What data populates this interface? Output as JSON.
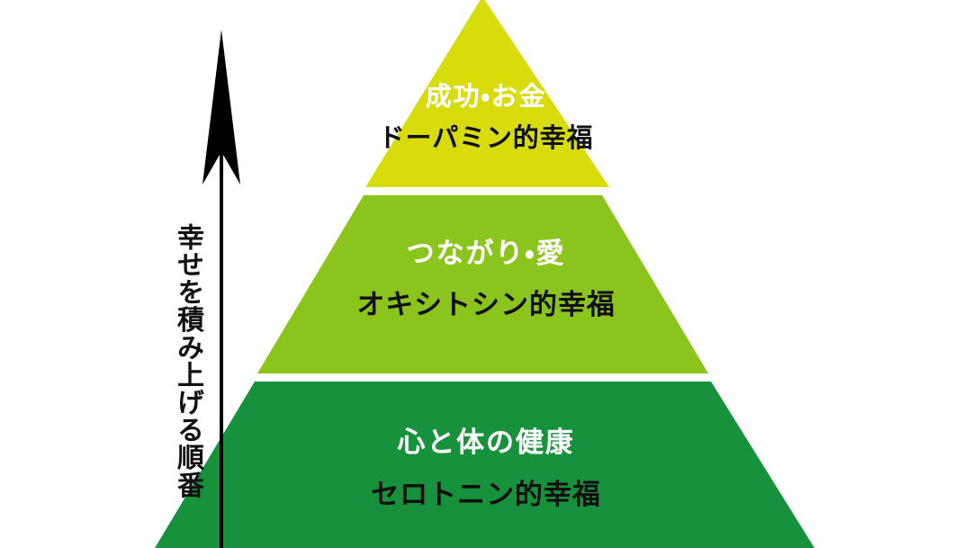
{
  "diagram": {
    "type": "pyramid",
    "background_color": "#ffffff",
    "caption": {
      "text": "幸せを積み上げる順番",
      "orientation": "vertical",
      "color": "#111111"
    },
    "arrow": {
      "direction": "up",
      "color": "#000000",
      "meaning": "積み上げる方向"
    },
    "tiers": [
      {
        "level": 1,
        "position": "top",
        "color": "#d8dc0a",
        "top_label": "成功・お金",
        "top_label_color": "#ffffff",
        "bottom_label": "ドーパミン的幸福",
        "bottom_label_color": "#101010"
      },
      {
        "level": 2,
        "position": "middle",
        "color": "#8cc41e",
        "top_label": "つながり・愛",
        "top_label_color": "#ffffff",
        "bottom_label": "オキシトシン的幸福",
        "bottom_label_color": "#101010"
      },
      {
        "level": 3,
        "position": "bottom",
        "color": "#17913c",
        "top_label": "心と体の健康",
        "top_label_color": "#ffffff",
        "bottom_label": "セロトニン的幸福",
        "bottom_label_color": "#101010"
      }
    ]
  }
}
